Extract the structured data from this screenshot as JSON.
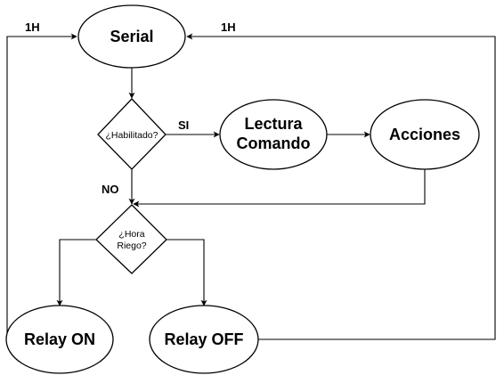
{
  "diagram": {
    "nodes": {
      "serial": {
        "label": "Serial"
      },
      "habilitado": {
        "label": "¿Habilitado?"
      },
      "lectura": {
        "line1": "Lectura",
        "line2": "Comando"
      },
      "acciones": {
        "label": "Acciones"
      },
      "hora": {
        "line1": "¿Hora",
        "line2": "Riego?"
      },
      "relay_on": {
        "label": "Relay ON"
      },
      "relay_off": {
        "label": "Relay OFF"
      }
    },
    "edge_labels": {
      "si": "SI",
      "no": "NO",
      "loop_left": "1H",
      "loop_right": "1H"
    }
  }
}
